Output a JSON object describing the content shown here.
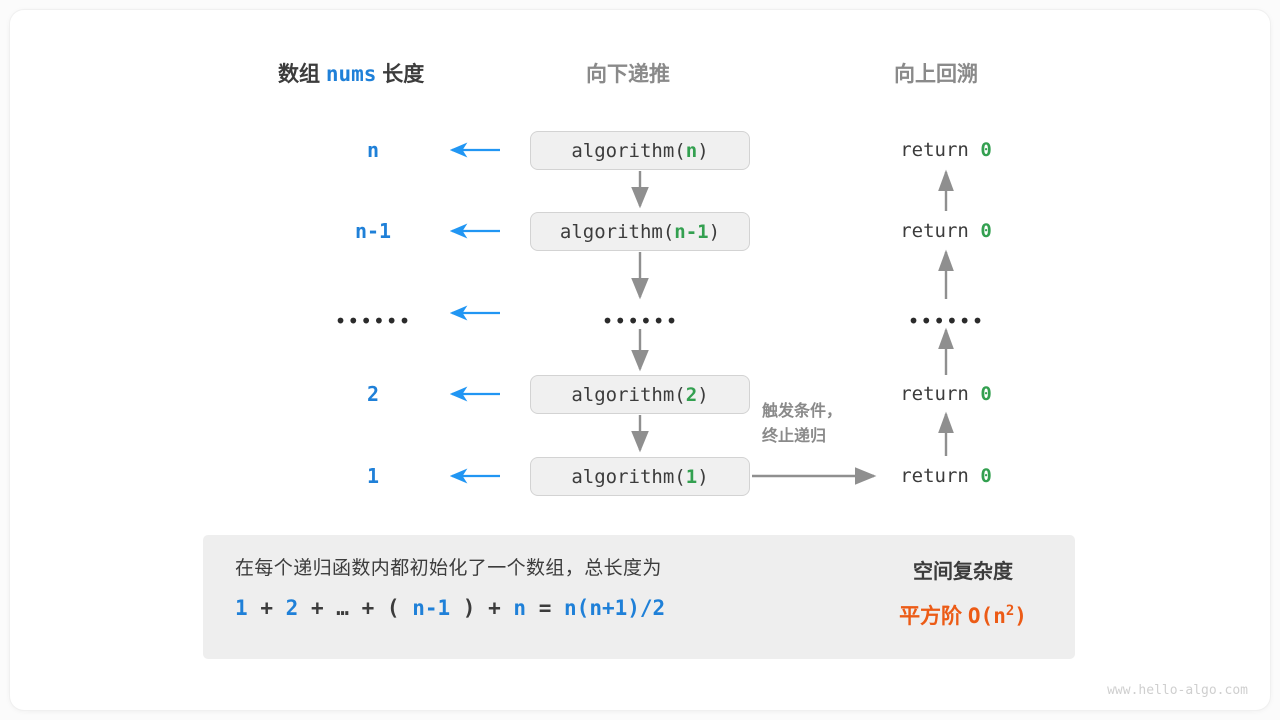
{
  "headers": {
    "left_prefix": "数组",
    "left_mono": "nums",
    "left_suffix": "长度",
    "middle": "向下递推",
    "right": "向上回溯"
  },
  "rows": [
    {
      "length": "n",
      "call_prefix": "algorithm(",
      "call_arg": "n",
      "call_suffix": ")",
      "return_text": "return",
      "return_value": "0",
      "is_dots": false
    },
    {
      "length": "n-1",
      "call_prefix": "algorithm(",
      "call_arg": "n-1",
      "call_suffix": ")",
      "return_text": "return",
      "return_value": "0",
      "is_dots": false
    },
    {
      "length": "••••••",
      "call_prefix": "••••••",
      "call_arg": "",
      "call_suffix": "",
      "return_text": "••••••",
      "return_value": "",
      "is_dots": true
    },
    {
      "length": "2",
      "call_prefix": "algorithm(",
      "call_arg": "2",
      "call_suffix": ")",
      "return_text": "return",
      "return_value": "0",
      "is_dots": false
    },
    {
      "length": "1",
      "call_prefix": "algorithm(",
      "call_arg": "1",
      "call_suffix": ")",
      "return_text": "return",
      "return_value": "0",
      "is_dots": false
    }
  ],
  "trigger_note": {
    "line1": "触发条件，",
    "line2": "终止递归"
  },
  "summary": {
    "description": "在每个递归函数内都初始化了一个数组，总长度为",
    "formula": [
      {
        "t": "1",
        "k": "v"
      },
      {
        "t": "+",
        "k": "op"
      },
      {
        "t": "2",
        "k": "v"
      },
      {
        "t": "+",
        "k": "op"
      },
      {
        "t": "…",
        "k": "op"
      },
      {
        "t": "+",
        "k": "op"
      },
      {
        "t": "(",
        "k": "op"
      },
      {
        "t": "n-1",
        "k": "v"
      },
      {
        "t": ")",
        "k": "op"
      },
      {
        "t": "+",
        "k": "op"
      },
      {
        "t": "n",
        "k": "v"
      },
      {
        "t": "=",
        "k": "op"
      },
      {
        "t": "n(n+1)/2",
        "k": "v"
      }
    ],
    "right_title": "空间复杂度",
    "right_value_label": "平方阶",
    "right_value_base": "O(n",
    "right_value_exp": "2",
    "right_value_close": ")"
  },
  "watermark": "www.hello-algo.com",
  "colors": {
    "blue": "#1f80d8",
    "green": "#33a050",
    "orange": "#ec5b16",
    "gray": "#8a8a8a",
    "dark": "#3c3c3c",
    "box_fill": "#f0f0f0",
    "box_border": "#d3d3d3",
    "panel_fill": "#eeeeee"
  }
}
